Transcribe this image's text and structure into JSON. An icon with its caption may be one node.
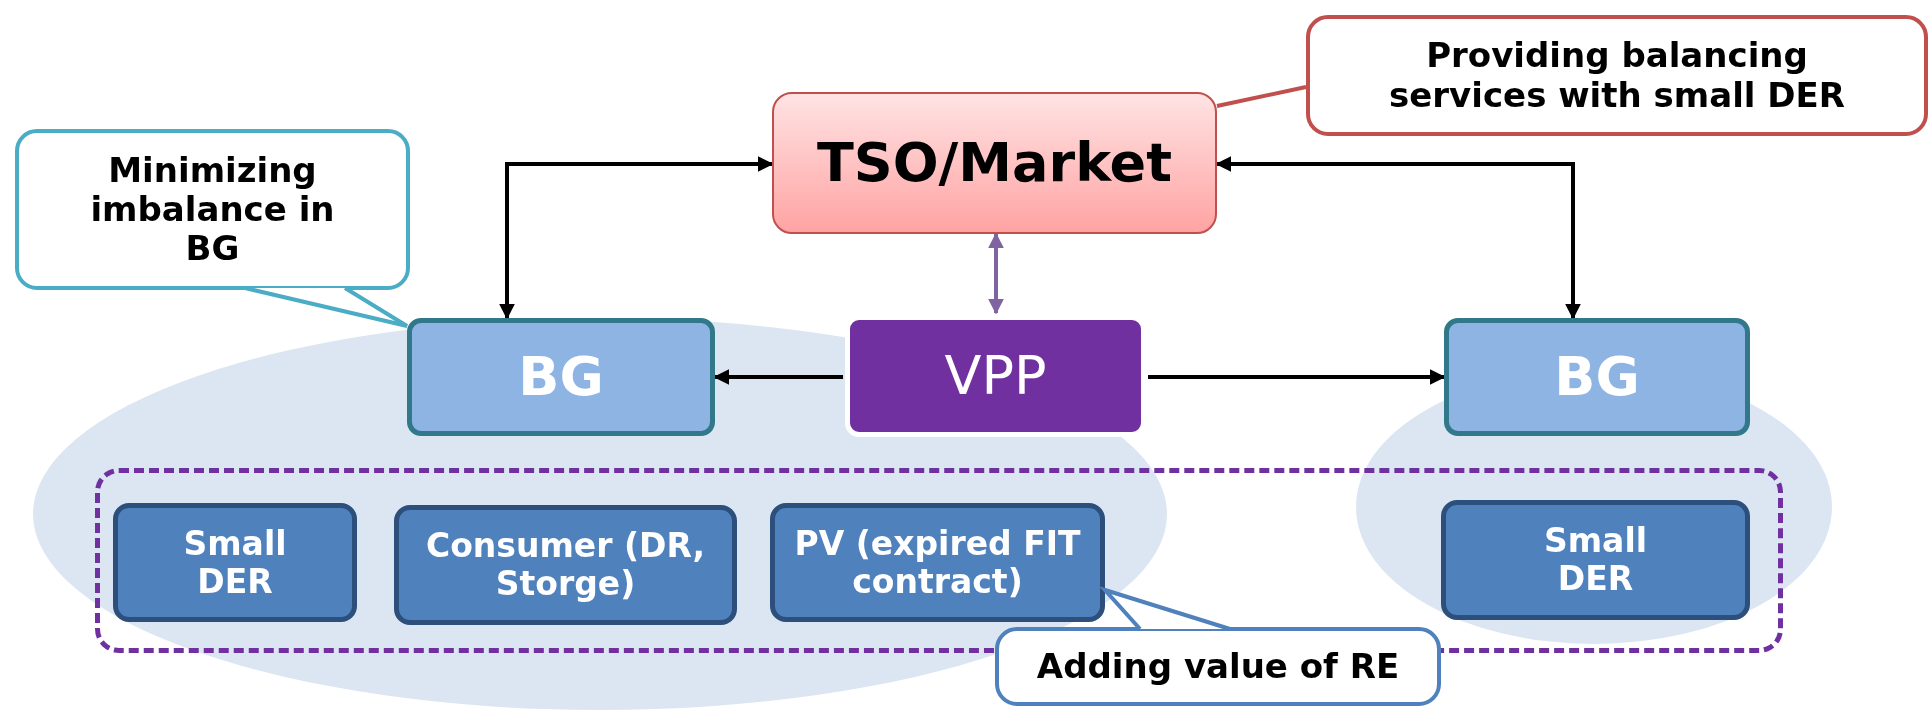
{
  "diagram": {
    "nodes": [
      {
        "text": [
          "Providing balancing services with small DER"
        ]
      },
      {
        "text": [
          "TSO/Market"
        ]
      },
      {
        "text": [
          "Minimizing imbalance in BG"
        ]
      },
      {
        "text": [
          "BG"
        ]
      },
      {
        "text": [
          "VPP"
        ]
      },
      {
        "text": [
          "BG"
        ]
      },
      {
        "text": [],
        "shape": "box"
      },
      {
        "text": [
          "Small DER"
        ],
        "in": 6
      },
      {
        "text": [
          "Consumer (DR, Storge)"
        ],
        "in": 6
      },
      {
        "text": [
          "PV (expired FIT contract)"
        ],
        "in": 6
      },
      {
        "text": [
          "Small DER"
        ],
        "in": 6
      },
      {
        "text": [
          "Adding value of RE"
        ]
      }
    ],
    "edges": [
      {
        "from": 1,
        "to": 3,
        "arrow": "both"
      },
      {
        "from": 1,
        "to": 5,
        "arrow": "both"
      },
      {
        "from": 4,
        "to": 3,
        "arrow": "to"
      },
      {
        "from": 4,
        "to": 5,
        "arrow": "to"
      },
      {
        "from": 4,
        "to": 1,
        "arrow": "both",
        "color": "#8064a2"
      },
      {
        "from": 0,
        "to": 1,
        "arrow": "none",
        "color": "#c0504d"
      },
      {
        "from": 2,
        "to": 3,
        "arrow": "none",
        "color": "#4bacc6"
      },
      {
        "from": 11,
        "to": 9,
        "arrow": "none",
        "color": "#4f81bd"
      }
    ]
  }
}
